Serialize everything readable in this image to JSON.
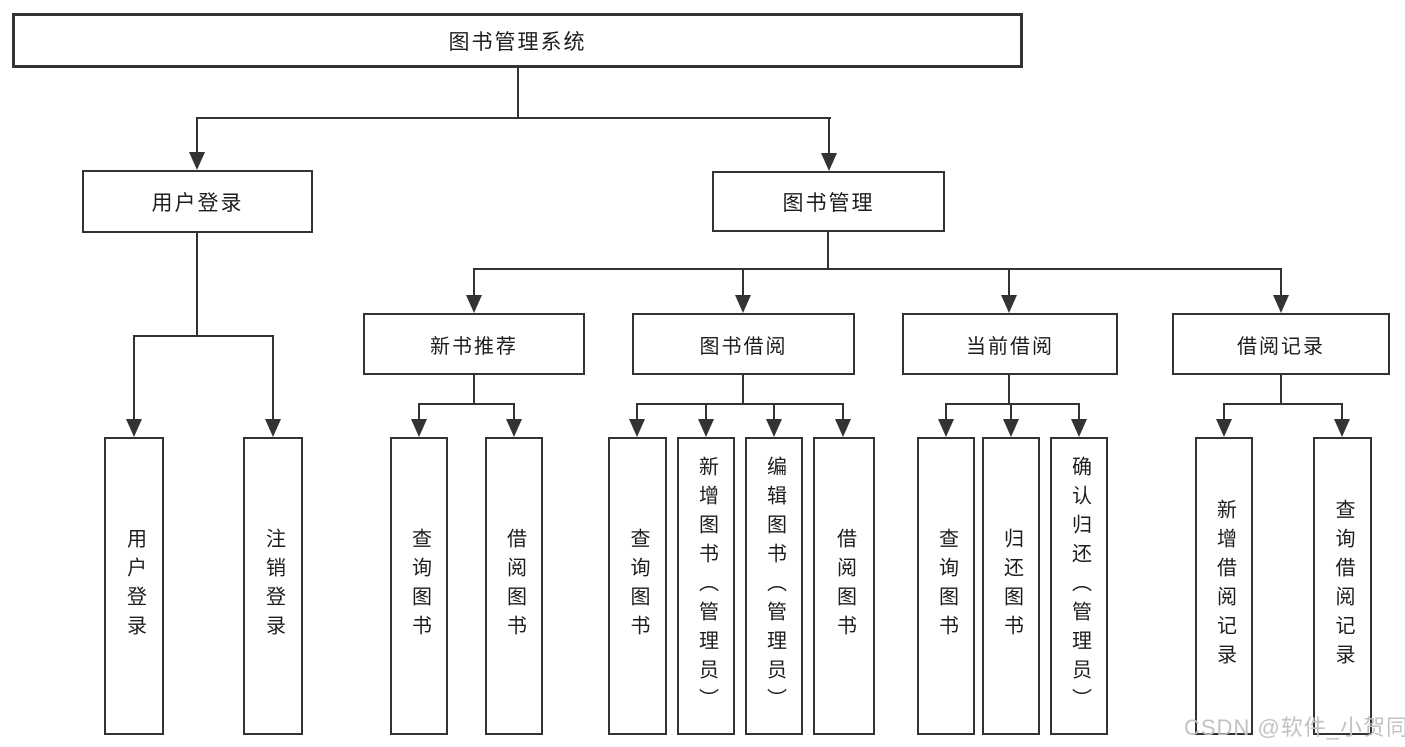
{
  "title": {
    "label": "图书管理系统"
  },
  "branches": {
    "userLogin": {
      "label": "用户登录",
      "children": {
        "login": "用户登录",
        "logout": "注销登录"
      }
    },
    "bookMgmt": {
      "label": "图书管理",
      "children": {
        "newBookRec": {
          "label": "新书推荐",
          "children": {
            "queryBooks": "查询图书",
            "borrowBooks": "借阅图书"
          }
        },
        "bookBorrow": {
          "label": "图书借阅",
          "children": {
            "queryBooks": "查询图书",
            "addBooks": "新增图书（管理员）",
            "editBooks": "编辑图书（管理员）",
            "borrowBooks": "借阅图书"
          }
        },
        "currentBorrow": {
          "label": "当前借阅",
          "children": {
            "queryBooks": "查询图书",
            "returnBooks": "归还图书",
            "confirmReturn": "确认归还（管理员）"
          }
        },
        "borrowRecords": {
          "label": "借阅记录",
          "children": {
            "addRecord": "新增借阅记录",
            "queryRecord": "查询借阅记录"
          }
        }
      }
    }
  },
  "watermark": "CSDN @软件_小贺同学",
  "colors": {
    "line": "#333333",
    "text": "#1d1d1d",
    "watermark": "#c2c2c2",
    "background": "#ffffff"
  }
}
